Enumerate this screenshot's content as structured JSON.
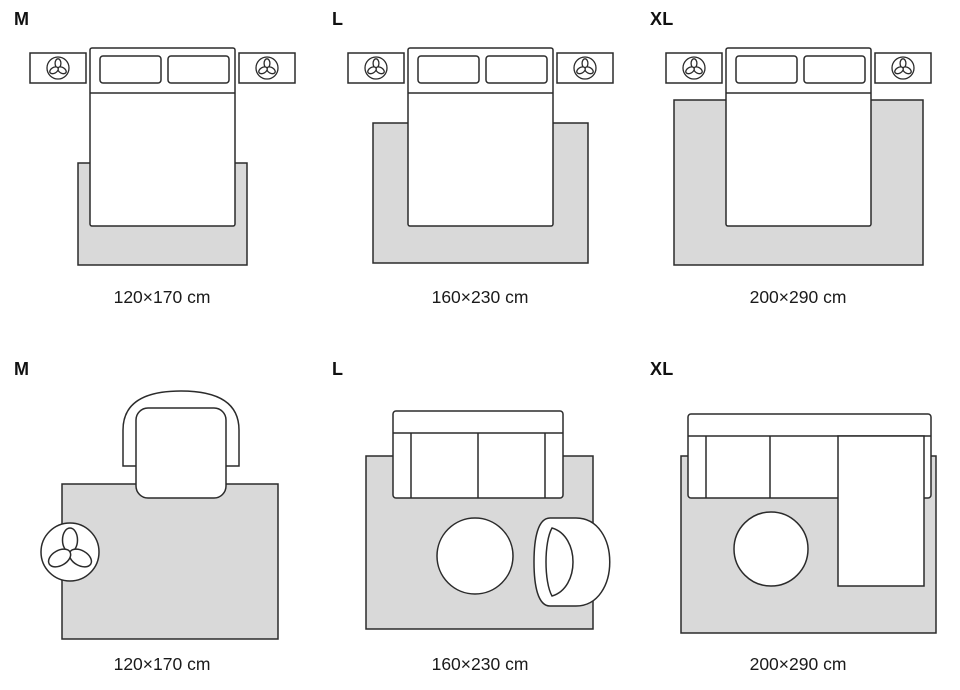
{
  "colors": {
    "rug_fill": "#d9d9d9",
    "outline": "#2b2b2b",
    "text": "#1a1a1a"
  },
  "icons": {
    "plant": "plant-icon"
  },
  "rows": [
    {
      "name": "bedroom",
      "panels": [
        {
          "size_label": "M",
          "dimensions": "120×170 cm"
        },
        {
          "size_label": "L",
          "dimensions": "160×230 cm"
        },
        {
          "size_label": "XL",
          "dimensions": "200×290 cm"
        }
      ]
    },
    {
      "name": "living-room",
      "panels": [
        {
          "size_label": "M",
          "dimensions": "120×170 cm"
        },
        {
          "size_label": "L",
          "dimensions": "160×230 cm"
        },
        {
          "size_label": "XL",
          "dimensions": "200×290 cm"
        }
      ]
    }
  ]
}
